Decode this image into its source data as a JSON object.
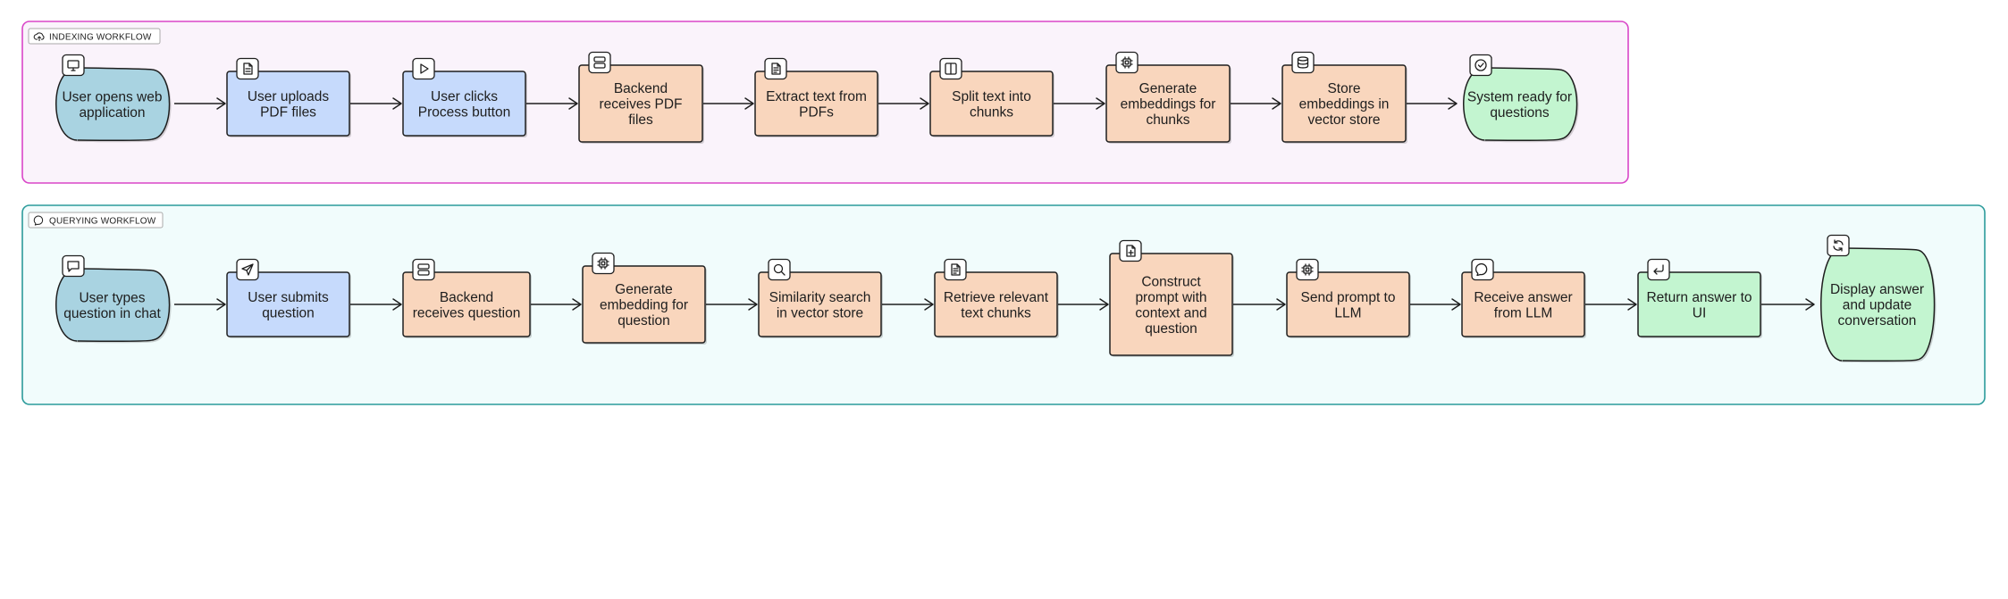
{
  "colors": {
    "start": "#a9d3e1",
    "user_action": "#c6dafc",
    "backend": "#f9d6bd",
    "end": "#c3f5d0",
    "indexing_border": "#d946c8",
    "indexing_fill": "#faf3fb",
    "querying_border": "#2b9b9b",
    "querying_fill": "#f1fcfc"
  },
  "lanes": [
    {
      "id": "indexing",
      "label": "INDEXING WORKFLOW",
      "icon": "cloud-upload-icon",
      "nodes": [
        {
          "kind": "start",
          "icon": "monitor-icon",
          "text": "User opens web\napplication"
        },
        {
          "kind": "user_action",
          "icon": "file-icon",
          "text": "User uploads\nPDF files"
        },
        {
          "kind": "user_action",
          "icon": "play-icon",
          "text": "User clicks\nProcess button"
        },
        {
          "kind": "backend",
          "icon": "server-icon",
          "text": "Backend\nreceives PDF\nfiles"
        },
        {
          "kind": "backend",
          "icon": "file-text-icon",
          "text": "Extract text from\nPDFs"
        },
        {
          "kind": "backend",
          "icon": "columns-icon",
          "text": "Split text into\nchunks"
        },
        {
          "kind": "backend",
          "icon": "cpu-icon",
          "text": "Generate\nembeddings for\nchunks"
        },
        {
          "kind": "backend",
          "icon": "database-icon",
          "text": "Store\nembeddings in\nvector store"
        },
        {
          "kind": "end",
          "icon": "check-circle-icon",
          "text": "System ready for\nquestions"
        }
      ]
    },
    {
      "id": "querying",
      "label": "QUERYING WORKFLOW",
      "icon": "message-icon",
      "nodes": [
        {
          "kind": "start",
          "icon": "message-square-icon",
          "text": "User types\nquestion in chat"
        },
        {
          "kind": "user_action",
          "icon": "send-icon",
          "text": "User submits\nquestion"
        },
        {
          "kind": "backend",
          "icon": "server-icon",
          "text": "Backend\nreceives question"
        },
        {
          "kind": "backend",
          "icon": "cpu-icon",
          "text": "Generate\nembedding for\nquestion"
        },
        {
          "kind": "backend",
          "icon": "search-icon",
          "text": "Similarity search\nin vector store"
        },
        {
          "kind": "backend",
          "icon": "file-text-icon",
          "text": "Retrieve relevant\ntext chunks"
        },
        {
          "kind": "backend",
          "icon": "file-plus-icon",
          "text": "Construct\nprompt with\ncontext and\nquestion"
        },
        {
          "kind": "backend",
          "icon": "cpu-icon",
          "text": "Send prompt to\nLLM"
        },
        {
          "kind": "backend",
          "icon": "message-icon",
          "text": "Receive answer\nfrom LLM"
        },
        {
          "kind": "end_box",
          "icon": "corner-down-left-icon",
          "text": "Return answer to\nUI"
        },
        {
          "kind": "end",
          "icon": "refresh-icon",
          "text": "Display answer\nand update\nconversation"
        }
      ]
    }
  ]
}
